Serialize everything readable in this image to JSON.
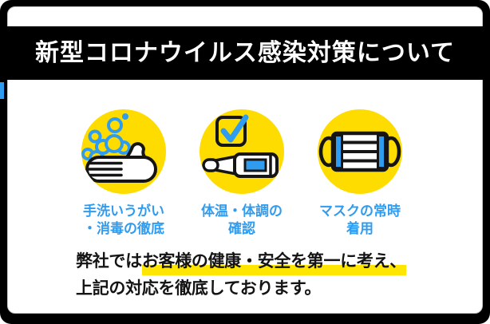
{
  "header": {
    "title": "新型コロナウイルス感染対策について"
  },
  "measures": [
    {
      "icon": "handwashing-icon",
      "label_lines": [
        "手洗いうがい",
        "・消毒の徹底"
      ]
    },
    {
      "icon": "temperature-check-icon",
      "label_lines": [
        "体温・体調の",
        "確認"
      ]
    },
    {
      "icon": "mask-icon",
      "label_lines": [
        "マスクの常時",
        "着用"
      ]
    }
  ],
  "footer": {
    "line1_prefix": "弊社では",
    "line1_highlight": "お客様の健康・安全を第一に考え、",
    "line2": "上記の対応を徹底しております。"
  },
  "colors": {
    "frame-black": "#000000",
    "card-white": "#ffffff",
    "accent-yellow": "#ffdc00",
    "highlight-yellow": "#ffe600",
    "accent-blue": "#2f9cf0"
  }
}
